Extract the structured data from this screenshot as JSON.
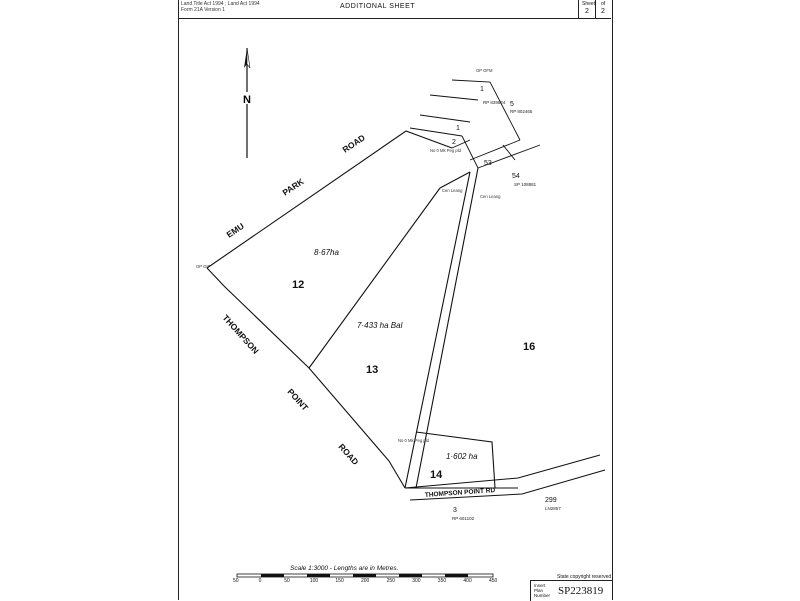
{
  "header": {
    "act_line1": "Land Title Act 1994 ; Land Act 1994",
    "act_line2": "Form 21A Version 1",
    "title": "ADDITIONAL SHEET",
    "sheet_label": "Sheet",
    "sheet_value": "2",
    "of_label": "of",
    "of_value": "2"
  },
  "north": {
    "label": "N"
  },
  "roads": {
    "emu": "EMU",
    "park": "PARK",
    "road": "ROAD",
    "thompson": "THOMPSON",
    "point": "POINT",
    "road2": "ROAD",
    "thompson_point_rd": "THOMPSON POINT RD"
  },
  "lots": {
    "lot12": "12",
    "lot13": "13",
    "lot14": "14",
    "lot16": "16",
    "lot1": "1",
    "lot2": "2",
    "lot3": "3",
    "lot5": "5",
    "lot53": "53",
    "lot54": "54",
    "lot299": "299"
  },
  "areas": {
    "a12": "8·67ha",
    "a13": "7·433 ha Bal",
    "a14": "1·602 ha"
  },
  "plans": {
    "rp1": "RP 839524",
    "rp2": "RP 802465",
    "sp108881": "SP 108881",
    "rp601102": "RP 601102",
    "ln2857": "LN2857"
  },
  "annotations": {
    "op_ofm": "OP OFM",
    "ng_peg": "No 0 Mk Peg pld",
    "ng_peg2": "No 0 Mk Peg pld",
    "op_gip": "OP GIP",
    "cen_leang": "Cen Leang",
    "cen_leang2": "Cen Leang"
  },
  "scale": {
    "label": "Scale 1:3000 - Lengths are in Metres.",
    "ticks": [
      "50",
      "0",
      "50",
      "100",
      "150",
      "200",
      "250",
      "300",
      "350",
      "400",
      "450"
    ]
  },
  "copyright": "State copyright reserved",
  "stamp": {
    "line1": "Insert",
    "line2": "Plan",
    "line3": "Number",
    "number": "SP223819"
  }
}
